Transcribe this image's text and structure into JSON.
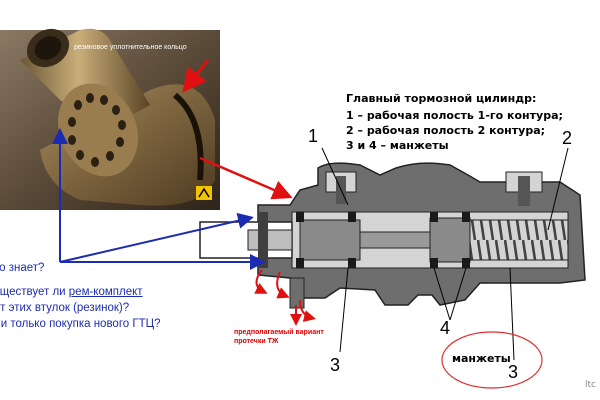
{
  "photo": {
    "caption": "резиновое уплотнительное кольцо"
  },
  "legend": {
    "title": "Главный тормозной цилиндр:",
    "items": [
      "1 – рабочая полость 1-го контура;",
      "2 – рабочая полость 2 контура;",
      "3 и 4 – манжеты"
    ]
  },
  "question": {
    "line1": "то знает?",
    "line2_prefix": "уществует ли ",
    "line2_link": "рем-комплект",
    "line3": "от этих втулок (резинок)?",
    "line4": "ли только покупка нового ГТЦ?"
  },
  "annotations": {
    "leak_line1": "предполагаемый вариант",
    "leak_line2": "протечки ТЖ",
    "seals_label": "манжеты"
  },
  "part_numbers": {
    "n1": "1",
    "n2": "2",
    "n3_left": "3",
    "n3_right": "3",
    "n4": "4"
  },
  "watermark": "ltc",
  "colors": {
    "body": "#6e6e6e",
    "body_dark": "#3f3f3f",
    "cavity": "#d4d4d4",
    "spring": "#4a4a4a",
    "blue_arrow": "#1c2cb0",
    "red_arrow": "#e01010",
    "photo_bg": "#5a4a38"
  }
}
